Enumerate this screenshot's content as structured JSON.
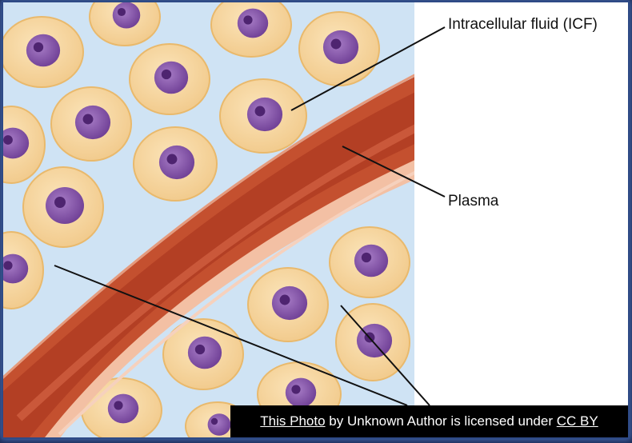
{
  "labels": {
    "icf": "Intracellular fluid (ICF)",
    "plasma": "Plasma"
  },
  "credit": {
    "photo_link": "This Photo",
    "middle": " by Unknown Author is licensed under ",
    "license_link": "CC BY"
  },
  "colors": {
    "interstitial": "#cfe3f4",
    "cell_fill": "#f7d9a4",
    "cell_edge": "#e9b96c",
    "nucleus": "#8a55ad",
    "vessel": "#b8452b",
    "vessel_edge": "#e6a483",
    "credit_bg": "#000000"
  }
}
